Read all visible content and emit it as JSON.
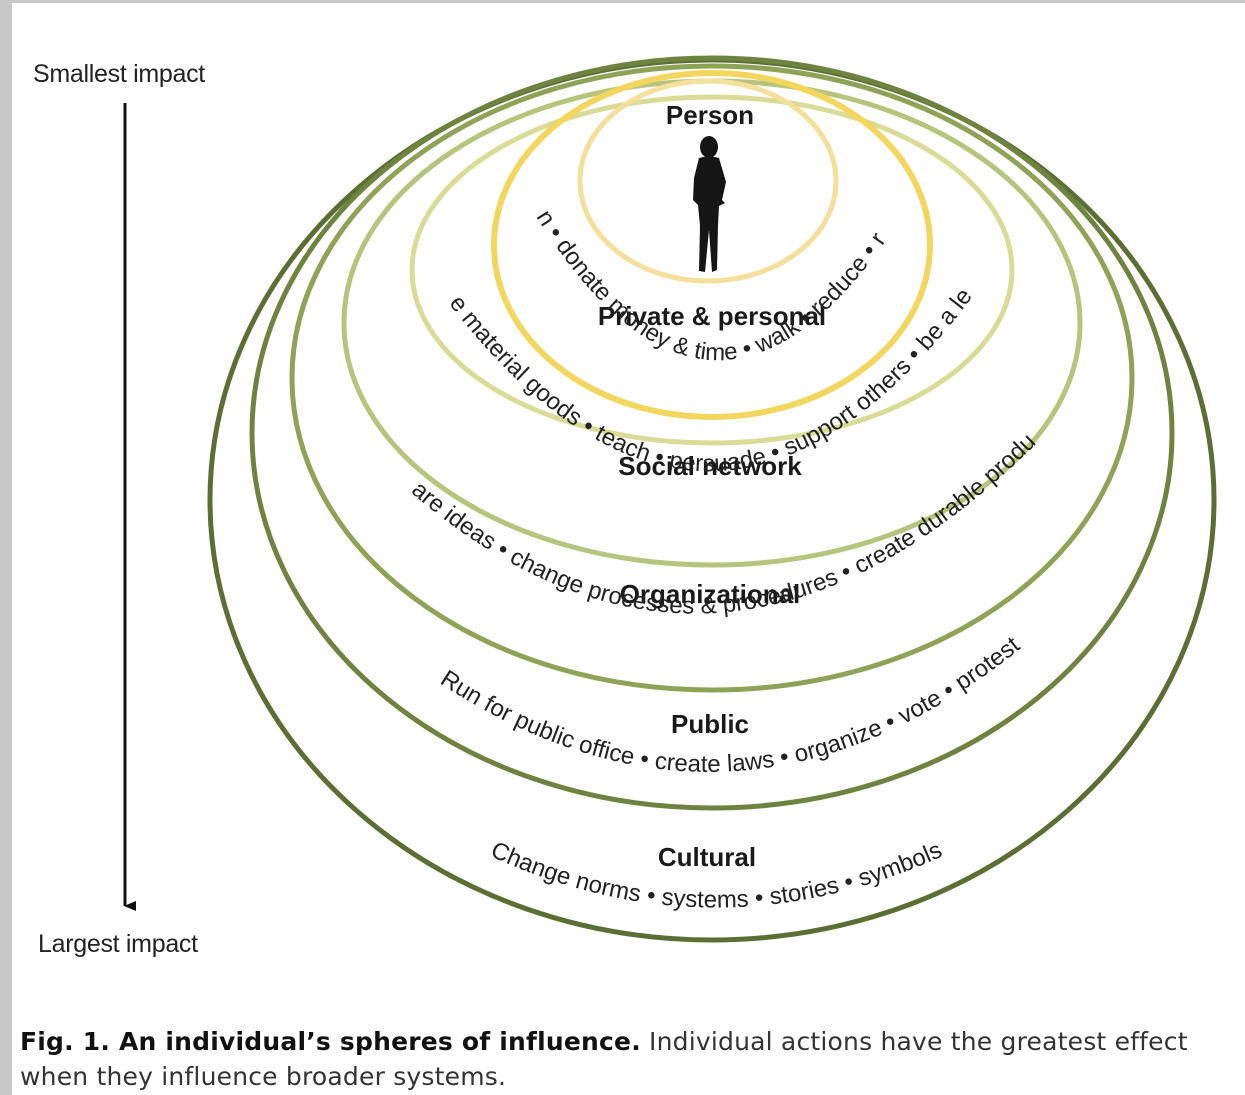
{
  "impact_scale": {
    "top_label": "Smallest impact",
    "bottom_label": "Largest impact"
  },
  "spheres": [
    {
      "title": "Person",
      "actions": "",
      "ring_color": "#f3dd8a"
    },
    {
      "title": "Private & personal",
      "actions": "Learn • donate money & time • walk • reduce • reuse",
      "ring_color": "#f2d65e"
    },
    {
      "title": "Social network",
      "actions": "Share material goods • teach • persuade • support others • be a leader",
      "ring_color": "#d4dc94"
    },
    {
      "title": "Organizational",
      "actions": "Share ideas • change processes & procedures • create durable products",
      "ring_color": "#b3c27a"
    },
    {
      "title": "Public",
      "actions": "Run for public office • create laws • organize • vote • protest",
      "ring_color": "#7d9148"
    },
    {
      "title": "Cultural",
      "actions": "Change norms • systems • stories • symbols",
      "ring_color": "#5b6f34"
    }
  ],
  "caption": {
    "bold": "Fig. 1. An individual’s spheres of influence.",
    "text": " Individual actions have the greatest effect when they influence broader systems."
  }
}
